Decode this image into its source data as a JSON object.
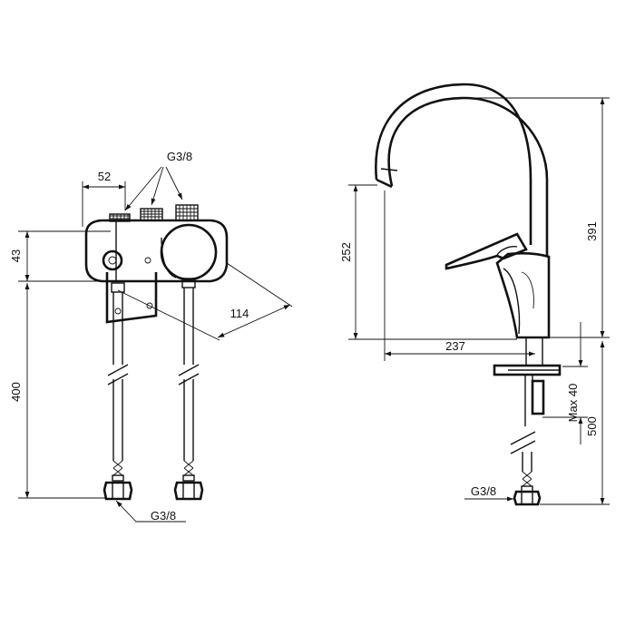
{
  "left_view": {
    "dim_width": "52",
    "dim_body_height": "43",
    "dim_hose_length": "400",
    "dim_depth": "114",
    "thread_top": "G3/8",
    "thread_bottom": "G3/8"
  },
  "right_view": {
    "dim_spout_height": "252",
    "dim_total_height": "391",
    "dim_reach": "237",
    "dim_max_thickness": "Max 40",
    "dim_hose_length": "500",
    "thread": "G3/8"
  }
}
